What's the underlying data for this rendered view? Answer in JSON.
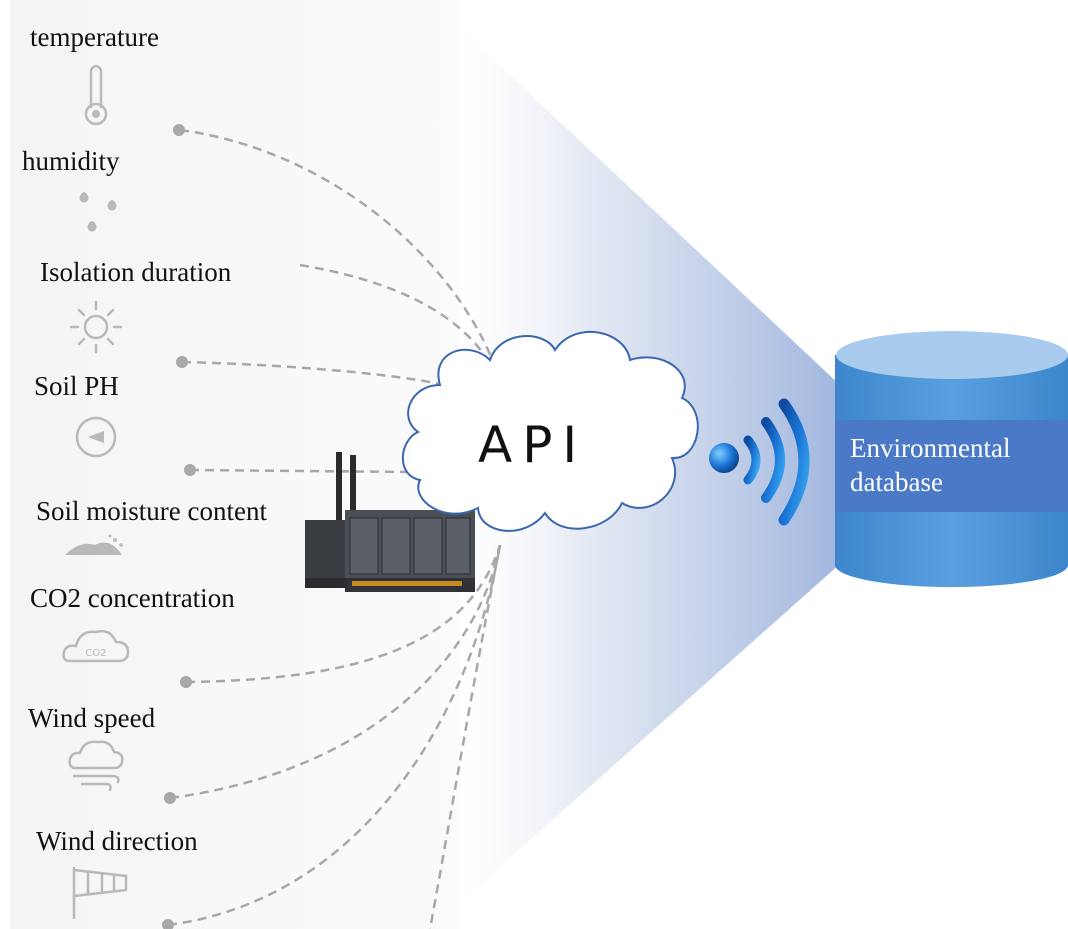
{
  "sensors": [
    {
      "label": "temperature",
      "icon": "thermometer-icon"
    },
    {
      "label": "humidity",
      "icon": "water-drops-icon"
    },
    {
      "label": "Isolation duration",
      "icon": "sun-icon"
    },
    {
      "label": "Soil  PH",
      "icon": "gauge-icon"
    },
    {
      "label": "Soil moisture content",
      "icon": "soil-icon"
    },
    {
      "label": "CO2 concentration",
      "icon": "co2-cloud-icon"
    },
    {
      "label": "Wind speed",
      "icon": "cloud-wind-icon"
    },
    {
      "label": "Wind direction",
      "icon": "windsock-icon"
    }
  ],
  "co2_icon_text": "CO2",
  "api": {
    "label": "API"
  },
  "wireless": {
    "icon": "wireless-signal-icon",
    "colors": [
      "#1a74d6",
      "#3aa8f0"
    ]
  },
  "gateway": {
    "icon": "iot-gateway-device-icon"
  },
  "database": {
    "label": "Environmental database",
    "colors": {
      "body": "#4a90d4",
      "top": "#a9cbed",
      "band": "#4a79c8"
    }
  },
  "colors": {
    "beam": "#9fb5de",
    "connector": "#a8a8a8",
    "sensor_panel": "#f3f3f3",
    "icons": "#b9b9b9"
  }
}
